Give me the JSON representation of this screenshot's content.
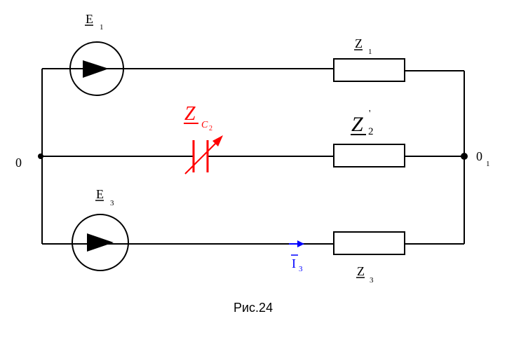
{
  "labels": {
    "E1": {
      "main": "E",
      "sub": "1"
    },
    "Z1": {
      "main": "Z",
      "sub": "1"
    },
    "ZC2": {
      "main": "Z",
      "sub": "C",
      "subsub": "2"
    },
    "Z2prime": {
      "main": "Z",
      "prime": "'",
      "sub": "2"
    },
    "node_left": "0",
    "node_right": {
      "main": "0",
      "sub": "1"
    },
    "E3": {
      "main": "E",
      "sub": "3"
    },
    "I3": {
      "main": "I",
      "sub": "3"
    },
    "Z3": {
      "main": "Z",
      "sub": "3"
    },
    "caption": "Рис.24"
  },
  "colors": {
    "wire": "#000000",
    "capacitor": "#ff0000",
    "current": "#0000ff"
  }
}
